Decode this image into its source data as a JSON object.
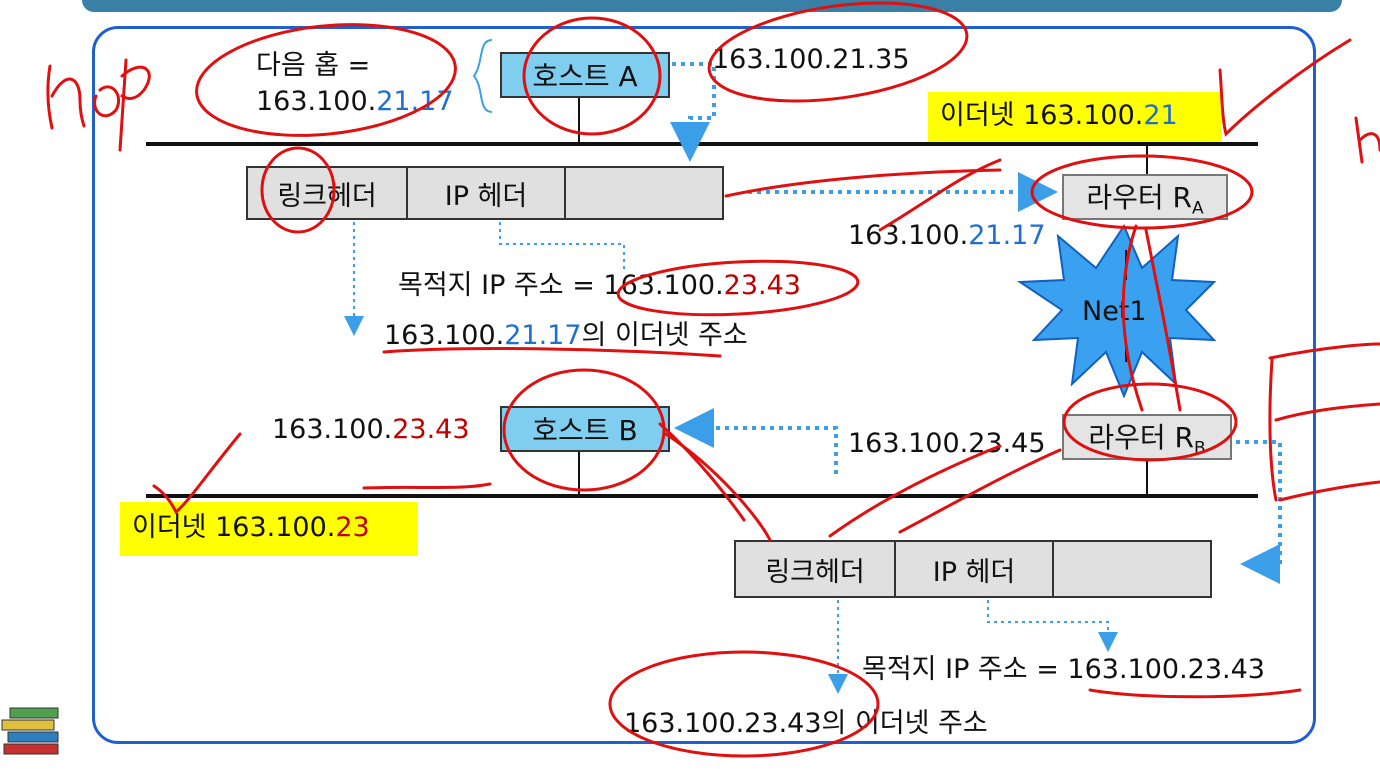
{
  "host_a": {
    "next_hop_label": "다음 홉 =",
    "next_hop_prefix": "163.100.",
    "next_hop_suffix": "21.17",
    "name": "호스트 A",
    "ip": "163.100.21.35"
  },
  "net_top": {
    "label_prefix": "이더넷 163.100.",
    "label_suffix": "21"
  },
  "packet_top": {
    "cells": [
      "링크헤더",
      "IP 헤더",
      ""
    ],
    "dest_label": "목적지 IP 주소 =",
    "dest_prefix": "163.100.",
    "dest_suffix": "23.43",
    "eth_prefix": "163.100.",
    "eth_mid": "21.17",
    "eth_suffix": "의 이더넷 주소"
  },
  "router_a": {
    "name": "라우터 R",
    "sub": "A",
    "ip_prefix": "163.100.",
    "ip_suffix": "21.17"
  },
  "cloud": {
    "label": "Net1"
  },
  "host_b": {
    "ip_prefix": "163.100.",
    "ip_suffix": "23.43",
    "name": "호스트 B"
  },
  "router_b": {
    "name": "라우터 R",
    "sub": "B",
    "ip": "163.100.23.45"
  },
  "net_bottom": {
    "label_prefix": "이더넷 163.100.",
    "label_suffix": "23"
  },
  "packet_bottom": {
    "cells": [
      "링크헤더",
      "IP 헤더",
      ""
    ],
    "dest_label": "목적지 IP 주소 =",
    "dest_value": "163.100.23.43",
    "eth_value": "163.100.23.43",
    "eth_suffix": "의 이더넷 주소"
  },
  "colors": {
    "host_fill": "#7fcdef",
    "router_fill": "#e4e4e4",
    "frame_border": "#1f5fd0",
    "highlight": "#ffff00",
    "arrow": "#3a9ee8",
    "ink": "#e01010"
  },
  "icons": {
    "cloud": "net1-burst-icon",
    "decor": "books-icon"
  }
}
